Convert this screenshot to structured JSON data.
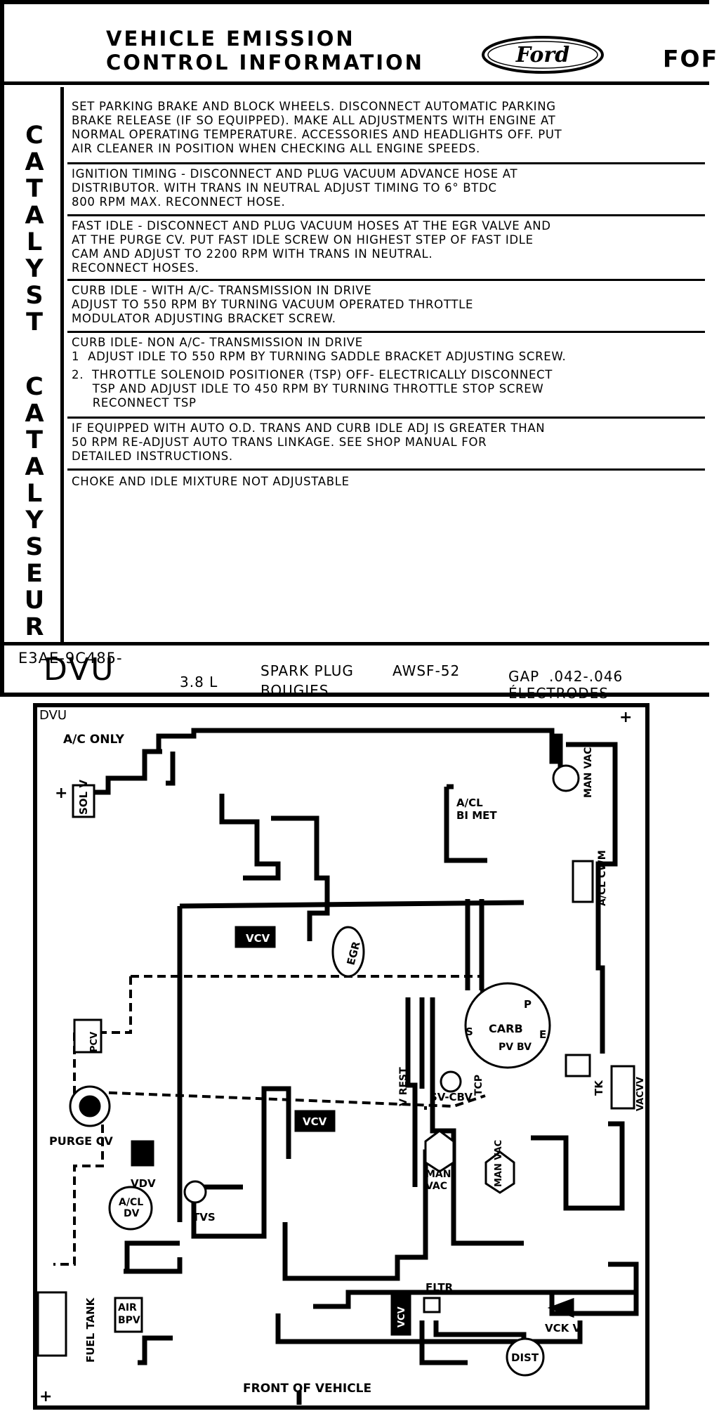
{
  "header": {
    "title_line1": "VEHICLE EMISSION",
    "title_line2": "CONTROL INFORMATION",
    "logo_text": "Ford",
    "right_cut_text": "FOF"
  },
  "side_label": {
    "catalyst": [
      "C",
      "A",
      "T",
      "A",
      "L",
      "Y",
      "S",
      "T"
    ],
    "catalyseur": [
      "C",
      "A",
      "T",
      "A",
      "L",
      "Y",
      "S",
      "E",
      "U",
      "R"
    ]
  },
  "instructions": [
    {
      "lines": [
        "SET PARKING BRAKE AND BLOCK WHEELS. DISCONNECT AUTOMATIC PARKING",
        "BRAKE RELEASE (IF SO EQUIPPED). MAKE ALL ADJUSTMENTS WITH ENGINE AT",
        "NORMAL OPERATING TEMPERATURE. ACCESSORIES AND HEADLIGHTS OFF. PUT",
        "AIR CLEANER IN POSITION WHEN CHECKING ALL ENGINE SPEEDS."
      ]
    },
    {
      "lines": [
        "IGNITION TIMING - DISCONNECT AND PLUG VACUUM ADVANCE HOSE AT",
        "DISTRIBUTOR. WITH TRANS IN NEUTRAL ADJUST TIMING TO 6° BTDC",
        "800 RPM MAX. RECONNECT HOSE."
      ]
    },
    {
      "lines": [
        "FAST IDLE - DISCONNECT AND PLUG VACUUM HOSES AT THE EGR VALVE AND",
        "AT THE PURGE CV. PUT FAST IDLE SCREW ON HIGHEST STEP OF FAST IDLE",
        "CAM AND ADJUST TO 2200 RPM WITH TRANS IN NEUTRAL.",
        "RECONNECT HOSES."
      ]
    },
    {
      "lines": [
        "CURB IDLE - WITH A/C- TRANSMISSION IN DRIVE",
        "ADJUST TO 550 RPM BY TURNING VACUUM OPERATED THROTTLE",
        "MODULATOR ADJUSTING BRACKET SCREW."
      ]
    },
    {
      "lines": [
        "CURB IDLE- NON A/C- TRANSMISSION IN DRIVE",
        "1  ADJUST IDLE TO 550 RPM BY TURNING SADDLE BRACKET ADJUSTING SCREW.",
        "",
        "2.  THROTTLE SOLENOID POSITIONER (TSP) OFF- ELECTRICALLY DISCONNECT",
        "     TSP AND ADJUST IDLE TO 450 RPM BY TURNING THROTTLE STOP SCREW",
        "     RECONNECT TSP"
      ]
    },
    {
      "lines": [
        "IF EQUIPPED WITH AUTO O.D. TRANS AND CURB IDLE ADJ IS GREATER THAN",
        "50 RPM RE-ADJUST AUTO TRANS LINKAGE. SEE SHOP MANUAL FOR",
        "DETAILED INSTRUCTIONS."
      ]
    },
    {
      "lines": [
        "CHOKE AND IDLE MIXTURE NOT ADJUSTABLE"
      ]
    }
  ],
  "footer": {
    "part_number": "E3AE-9C485-",
    "calibration": "DVU",
    "engine": "3.8 L",
    "spark_plug_label": "SPARK PLUG",
    "spark_plug_label_fr": "BOUGIES",
    "spark_plug_value": "AWSF-52",
    "gap_label": "GAP",
    "gap_value": ".042-.046",
    "gap_label_fr": "ÉLECTRODES"
  },
  "diagram": {
    "id_label": "DVU",
    "ac_only": "A/C ONLY",
    "plus": "+",
    "solv": "SOL V",
    "man_vac_top": "MAN VAC",
    "acl_bimet_1": "A/CL",
    "acl_bimet_2": "BI MET",
    "acl_cwm": "A/CL CWM",
    "vcv_a": "VCV",
    "egr": "EGR",
    "carb": "CARB",
    "carb_p": "P",
    "carb_s": "S",
    "carb_e": "E",
    "carb_pv": "PV",
    "carb_bv": "BV",
    "tk": "TK",
    "pcv": "PCV",
    "purge_cv": "PURGE CV",
    "tcp": "TCP",
    "v_rest": "V REST",
    "sv_cbv": "SV-CBV",
    "vacvv": "VACVV",
    "vcv_b": "VCV",
    "man_vac_mid": "MAN VAC",
    "man_vac_low_1": "MAN",
    "man_vac_low_2": "VAC",
    "vdv": "VDV",
    "acl_dv_1": "A/CL",
    "acl_dv_2": "DV",
    "tvs": "TVS",
    "fuel_tank": "FUEL TANK",
    "air_bpv_1": "AIR",
    "air_bpv_2": "BPV",
    "vcv_c": "VCV",
    "fltr": "FLTR",
    "vckv": "VCK V",
    "dist": "DIST",
    "front": "FRONT OF VEHICLE"
  },
  "colors": {
    "ink": "#000000",
    "paper": "#ffffff"
  }
}
